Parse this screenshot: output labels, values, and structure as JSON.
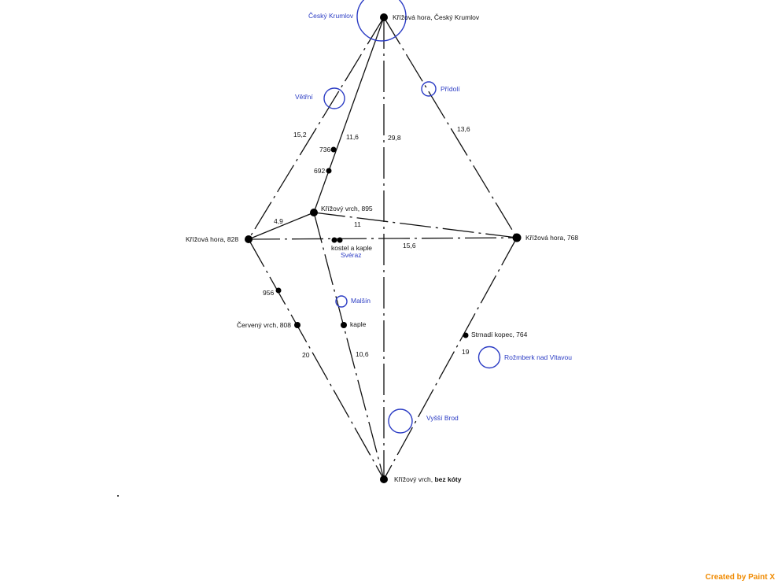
{
  "points": {
    "krizova_hora_ck": "Křížová hora, Český Krumlov",
    "krizovy_vrch_895": "Křížový vrch, 895",
    "krizova_hora_828": "Křížová hora, 828",
    "krizova_hora_768": "Křížová hora, 768",
    "krizovy_vrch_bez_prefix": "Křížový vrch, ",
    "krizovy_vrch_bez_suffix": "bez kóty",
    "cerveny_vrch": "Červený vrch, 808",
    "strnadi_kopec": "Strnadí kopec, 764",
    "kostel_a_kaple": "kostel a kaple",
    "kaple": "kaple",
    "h736": "736",
    "h692": "692",
    "h956": "956"
  },
  "towns": {
    "cesky_krumlov": "Český Krumlov",
    "vetrni": "Větřní",
    "pridoli": "Přídolí",
    "sveraz": "Svéraz",
    "malsin": "Malšín",
    "rozmberk": "Rožmberk nad Vltavou",
    "vyssi_brod": "Vyšší Brod"
  },
  "distances": {
    "d15_2": "15,2",
    "d11_6": "11,6",
    "d29_8": "29,8",
    "d13_6": "13,6",
    "d4_9": "4,9",
    "d11": "11",
    "d15_6": "15,6",
    "d20": "20",
    "d10_6": "10,6",
    "d19": "19"
  },
  "footer": {
    "watermark": "Created by Paint X"
  },
  "colors": {
    "town": "#2b3cc4",
    "line": "#111111",
    "watermark": "#f08a00"
  }
}
